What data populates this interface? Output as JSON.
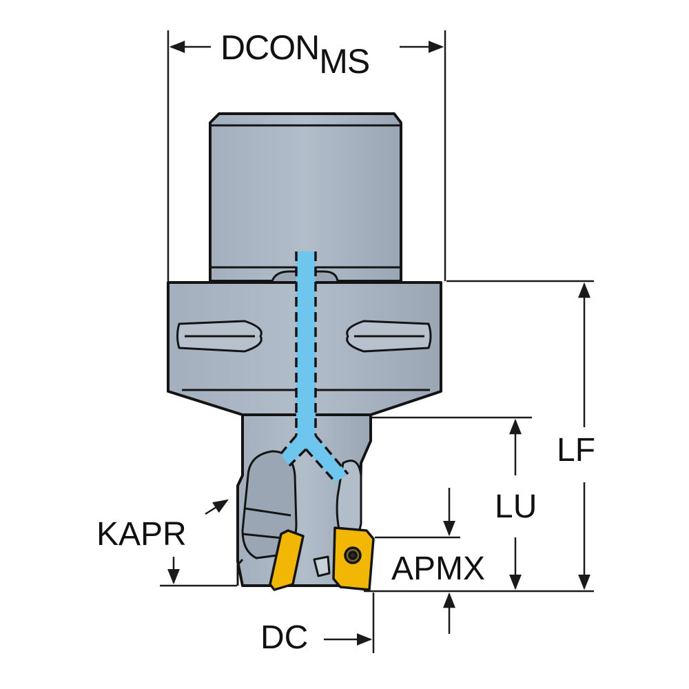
{
  "dimensions": {
    "dcon": {
      "main": "DCON",
      "sub": "MS"
    },
    "lf": "LF",
    "lu": "LU",
    "apmx": "APMX",
    "kapr": "KAPR",
    "dc": "DC"
  },
  "colors": {
    "body": "#a8b4c2",
    "body_shade": "#8e9aa9",
    "outline": "#141414",
    "coolant": "#6ec6ee",
    "insert": "#f2b705",
    "dimension_line": "#1a1a1a"
  },
  "icons": {
    "arrow": "filled-triangle-arrowhead",
    "insert_screw": "hex-screw-icon"
  }
}
